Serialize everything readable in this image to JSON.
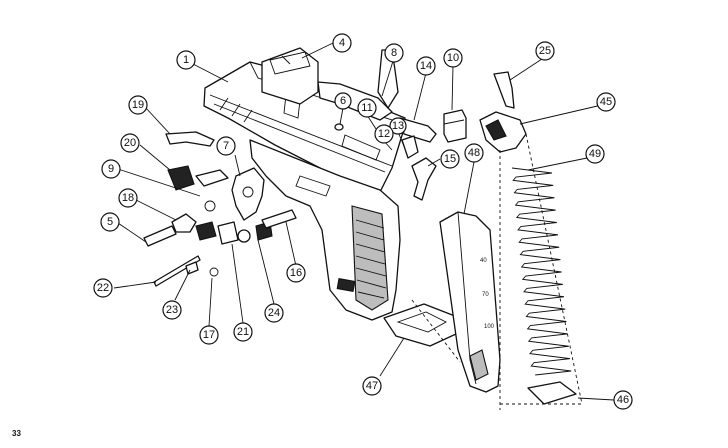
{
  "page": {
    "number": "33"
  },
  "callouts": {
    "c1": "1",
    "c4": "4",
    "c5": "5",
    "c6": "6",
    "c7": "7",
    "c8": "8",
    "c9": "9",
    "c10": "10",
    "c11": "11",
    "c12": "12",
    "c13": "13",
    "c14": "14",
    "c15": "15",
    "c16": "16",
    "c17": "17",
    "c18": "18",
    "c19": "19",
    "c20": "20",
    "c21": "21",
    "c22": "22",
    "c23": "23",
    "c24": "24",
    "c25": "25",
    "c45": "45",
    "c46": "46",
    "c47": "47",
    "c48": "48",
    "c49": "49"
  },
  "magazine_marks": {
    "m40": "40",
    "m70": "70",
    "m100": "100"
  }
}
